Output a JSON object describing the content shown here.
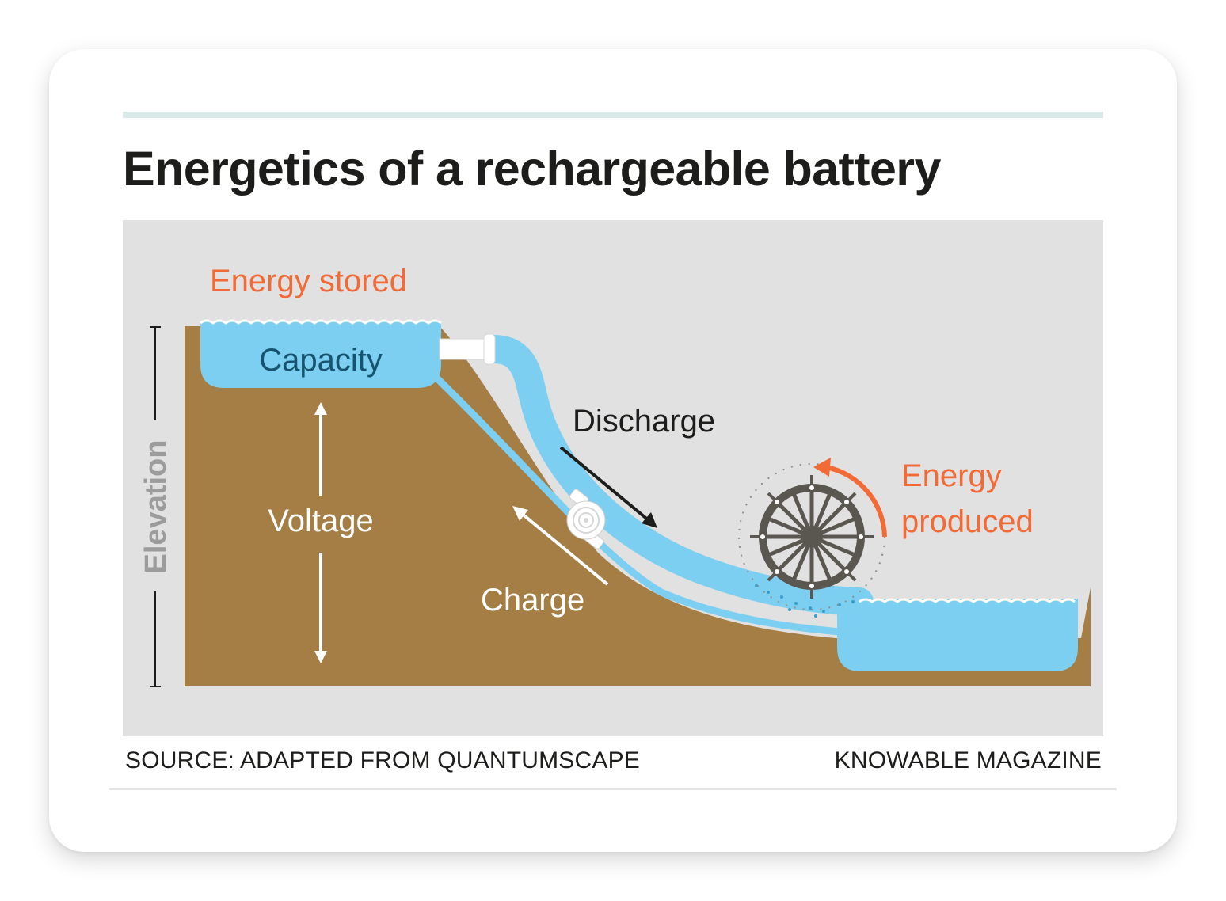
{
  "title": "Energetics of a rechargeable battery",
  "diagram": {
    "labels": {
      "energy_stored": "Energy stored",
      "capacity": "Capacity",
      "elevation": "Elevation",
      "voltage": "Voltage",
      "discharge": "Discharge",
      "charge": "Charge",
      "energy_produced_line1": "Energy",
      "energy_produced_line2": "produced"
    },
    "icons": [
      "pump-icon",
      "water-wheel-icon"
    ],
    "colors": {
      "background": "#e1e1e1",
      "ground": "#a47e44",
      "water": "#7ccff0",
      "accent": "#f26a35",
      "capacity_text": "#17536e",
      "wheel": "#5a5650"
    }
  },
  "footer": {
    "source": "SOURCE: ADAPTED FROM QUANTUMSCAPE",
    "credit": "KNOWABLE MAGAZINE"
  }
}
